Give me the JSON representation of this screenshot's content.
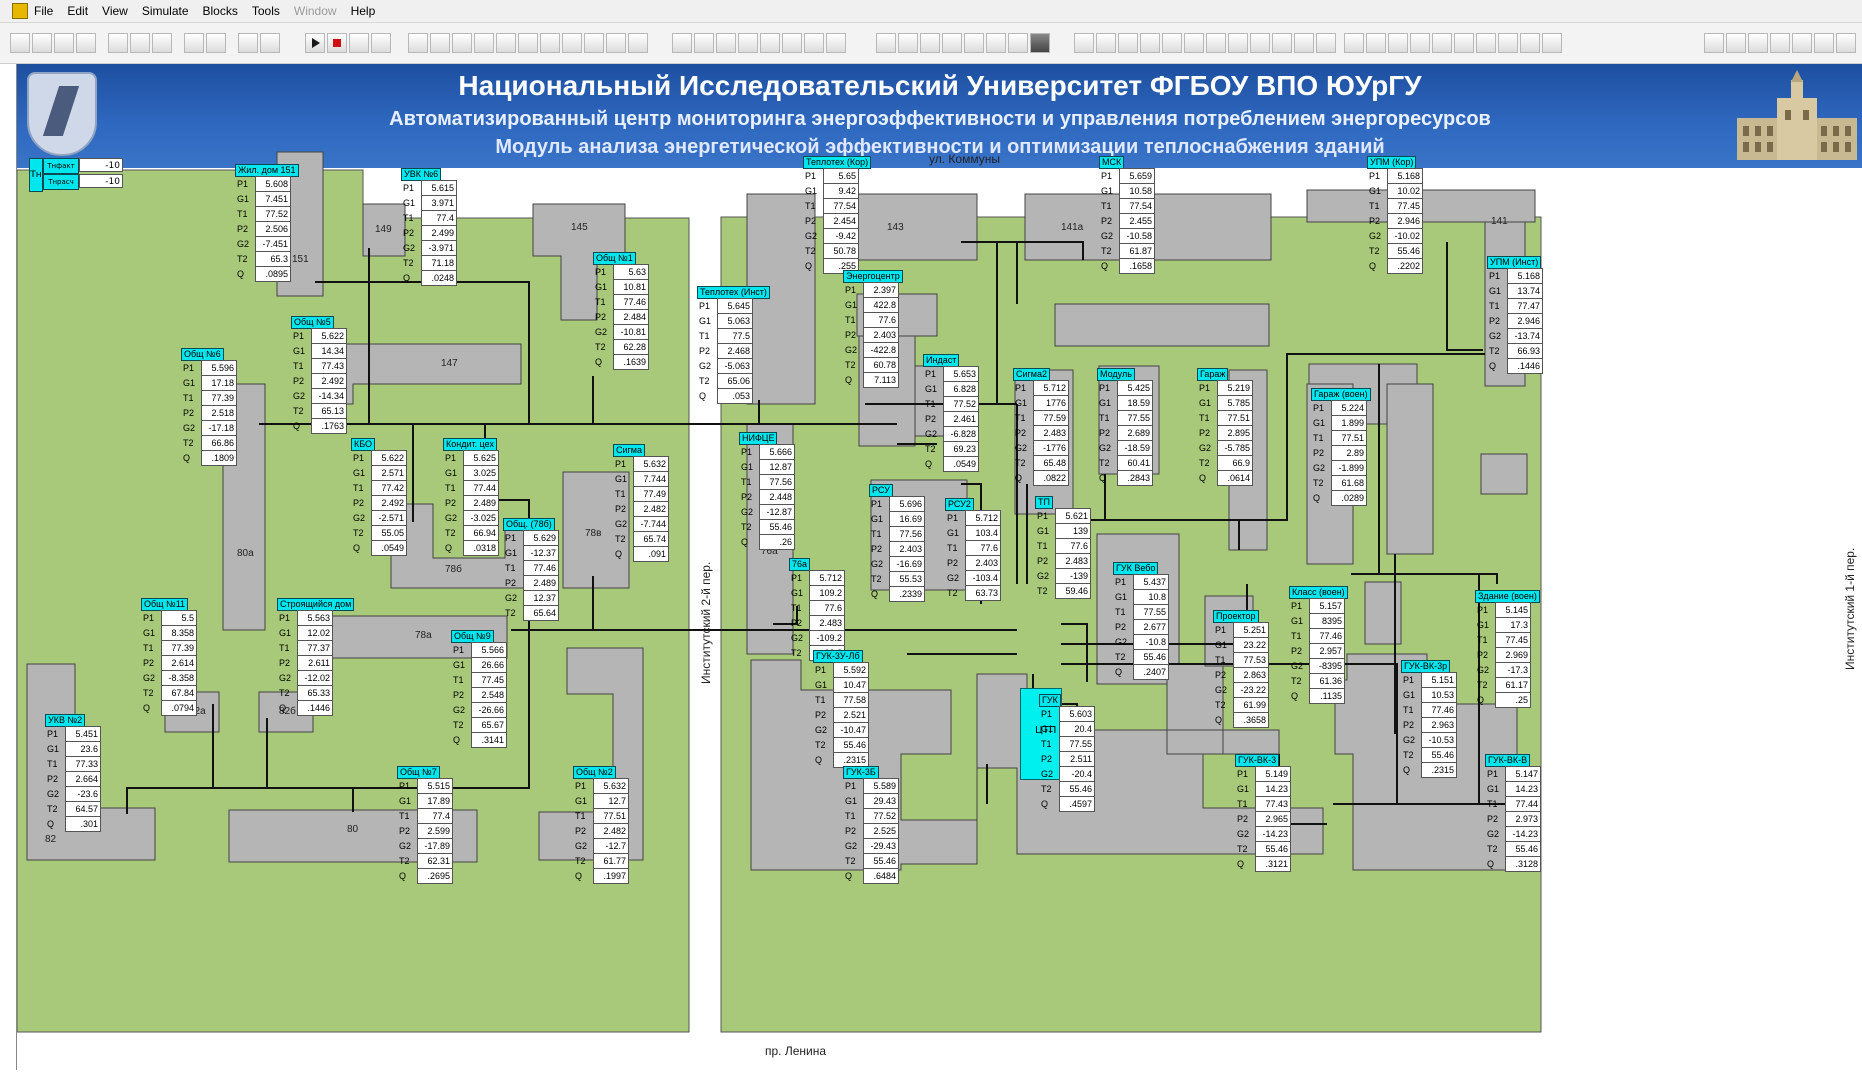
{
  "menu": {
    "items": [
      "File",
      "Edit",
      "View",
      "Simulate",
      "Blocks",
      "Tools",
      "Window",
      "Help"
    ]
  },
  "header": {
    "title": "Национальный Исследовательский Университет ФГБОУ ВПО ЮУрГУ",
    "subtitle1": "Автоматизированный центр мониторинга энергоэффективности и управления потреблением энергоресурсов",
    "subtitle2": "Модуль анализа энергетической эффективности и оптимизации теплоснабжения зданий"
  },
  "temps": {
    "label": "Tн",
    "rows": [
      {
        "name": "Tнфакт",
        "value": "-10"
      },
      {
        "name": "Tнрасч",
        "value": "-10"
      }
    ]
  },
  "streets": {
    "top": "ул. Коммуны",
    "bottom": "пр. Ленина",
    "left": "Институтский 2-й пер.",
    "right": "Институтский 1-й пер."
  },
  "buildings": [
    "151",
    "149",
    "145",
    "147",
    "80а",
    "78б",
    "78в",
    "78а",
    "82а",
    "82б",
    "82",
    "80",
    "143",
    "141а",
    "141",
    "76а"
  ],
  "tp_label": "ЦТП",
  "colors": {
    "ground": "#a9c97a",
    "building": "#b5b5b5",
    "header": "#2f69c0",
    "label": "#00e6ee"
  },
  "blocks": [
    {
      "name": "Жил. дом 151",
      "keys": [
        "P1",
        "G1",
        "T1",
        "P2",
        "G2",
        "T2",
        "Q"
      ],
      "vals": [
        "5.608",
        "7.451",
        "77.52",
        "2.506",
        "-7.451",
        "65.3",
        ".0895"
      ]
    },
    {
      "name": "УВК №6",
      "keys": [
        "P1",
        "G1",
        "T1",
        "P2",
        "G2",
        "T2",
        "Q"
      ],
      "vals": [
        "5.615",
        "3.971",
        "77.4",
        "2.499",
        "-3.971",
        "71.18",
        ".0248"
      ]
    },
    {
      "name": "Общ №1",
      "keys": [
        "P1",
        "G1",
        "T1",
        "P2",
        "G2",
        "T2",
        "Q"
      ],
      "vals": [
        "5.63",
        "10.81",
        "77.46",
        "2.484",
        "-10.81",
        "62.28",
        ".1639"
      ]
    },
    {
      "name": "Общ №5",
      "keys": [
        "P1",
        "G1",
        "T1",
        "P2",
        "G2",
        "T2",
        "Q"
      ],
      "vals": [
        "5.622",
        "14.34",
        "77.43",
        "2.492",
        "-14.34",
        "65.13",
        ".1763"
      ]
    },
    {
      "name": "Общ №6",
      "keys": [
        "P1",
        "G1",
        "T1",
        "P2",
        "G2",
        "T2",
        "Q"
      ],
      "vals": [
        "5.596",
        "17.18",
        "77.39",
        "2.518",
        "-17.18",
        "66.86",
        ".1809"
      ]
    },
    {
      "name": "КБО",
      "keys": [
        "P1",
        "G1",
        "T1",
        "P2",
        "G2",
        "T2",
        "Q"
      ],
      "vals": [
        "5.622",
        "2.571",
        "77.42",
        "2.492",
        "-2.571",
        "55.05",
        ".0549"
      ]
    },
    {
      "name": "Кондит. цех",
      "keys": [
        "P1",
        "G1",
        "T1",
        "P2",
        "G2",
        "T2",
        "Q"
      ],
      "vals": [
        "5.625",
        "3.025",
        "77.44",
        "2.489",
        "-3.025",
        "66.94",
        ".0318"
      ]
    },
    {
      "name": "Общ. (78б)",
      "keys": [
        "P1",
        "G1",
        "T1",
        "P2",
        "G2",
        "T2"
      ],
      "vals": [
        "5.629",
        "-12.37",
        "77.46",
        "2.489",
        "12.37",
        "65.64"
      ]
    },
    {
      "name": "Сигма",
      "keys": [
        "P1",
        "G1",
        "T1",
        "P2",
        "G2",
        "T2",
        "Q"
      ],
      "vals": [
        "5.632",
        "7.744",
        "77.49",
        "2.482",
        "-7.744",
        "65.74",
        ".091"
      ]
    },
    {
      "name": "Общ №11",
      "keys": [
        "P1",
        "G1",
        "T1",
        "P2",
        "G2",
        "T2",
        "Q"
      ],
      "vals": [
        "5.5",
        "8.358",
        "77.39",
        "2.614",
        "-8.358",
        "67.84",
        ".0794"
      ]
    },
    {
      "name": "Строящийся дом",
      "keys": [
        "P1",
        "G1",
        "T1",
        "P2",
        "G2",
        "T2",
        "Q"
      ],
      "vals": [
        "5.563",
        "12.02",
        "77.37",
        "2.611",
        "-12.02",
        "65.33",
        ".1446"
      ]
    },
    {
      "name": "Общ №9",
      "keys": [
        "P1",
        "G1",
        "T1",
        "P2",
        "G2",
        "T2",
        "Q"
      ],
      "vals": [
        "5.566",
        "26.66",
        "77.45",
        "2.548",
        "-26.66",
        "65.67",
        ".3141"
      ]
    },
    {
      "name": "УКВ №2",
      "keys": [
        "P1",
        "G1",
        "T1",
        "P2",
        "G2",
        "T2",
        "Q"
      ],
      "vals": [
        "5.451",
        "23.6",
        "77.33",
        "2.664",
        "-23.6",
        "64.57",
        ".301"
      ]
    },
    {
      "name": "Общ №7",
      "keys": [
        "P1",
        "G1",
        "T1",
        "P2",
        "G2",
        "T2",
        "Q"
      ],
      "vals": [
        "5.515",
        "17.89",
        "77.4",
        "2.599",
        "-17.89",
        "62.31",
        ".2695"
      ]
    },
    {
      "name": "Общ №2",
      "keys": [
        "P1",
        "G1",
        "T1",
        "P2",
        "G2",
        "T2",
        "Q"
      ],
      "vals": [
        "5.632",
        "12.7",
        "77.51",
        "2.482",
        "-12.7",
        "61.77",
        ".1997"
      ]
    },
    {
      "name": "Теплотех (Кор)",
      "keys": [
        "P1",
        "G1",
        "T1",
        "P2",
        "G2",
        "T2",
        "Q"
      ],
      "vals": [
        "5.65",
        "9.42",
        "77.54",
        "2.454",
        "-9.42",
        "50.78",
        ".255"
      ]
    },
    {
      "name": "Теплотех (Инст)",
      "keys": [
        "P1",
        "G1",
        "T1",
        "P2",
        "G2",
        "T2",
        "Q"
      ],
      "vals": [
        "5.645",
        "5.063",
        "77.5",
        "2.468",
        "-5.063",
        "65.06",
        ".053"
      ]
    },
    {
      "name": "Энергоцентр",
      "keys": [
        "P1",
        "G1",
        "T1",
        "P2",
        "G2",
        "T2",
        "Q"
      ],
      "vals": [
        "2.397",
        "422.8",
        "77.6",
        "2.403",
        "-422.8",
        "60.78",
        "7.113"
      ]
    },
    {
      "name": "Индаст",
      "keys": [
        "P1",
        "G1",
        "T1",
        "P2",
        "G2",
        "T2",
        "Q"
      ],
      "vals": [
        "5.653",
        "6.828",
        "77.52",
        "2.461",
        "-6.828",
        "69.23",
        ".0549"
      ]
    },
    {
      "name": "МСК",
      "keys": [
        "P1",
        "G1",
        "T1",
        "P2",
        "G2",
        "T2",
        "Q"
      ],
      "vals": [
        "5.659",
        "10.58",
        "77.54",
        "2.455",
        "-10.58",
        "61.87",
        ".1658"
      ]
    },
    {
      "name": "УПМ (Кор)",
      "keys": [
        "P1",
        "G1",
        "T1",
        "P2",
        "G2",
        "T2",
        "Q"
      ],
      "vals": [
        "5.168",
        "10.02",
        "77.45",
        "2.946",
        "-10.02",
        "55.46",
        ".2202"
      ]
    },
    {
      "name": "УПМ (Инст)",
      "keys": [
        "P1",
        "G1",
        "T1",
        "P2",
        "G2",
        "T2",
        "Q"
      ],
      "vals": [
        "5.168",
        "13.74",
        "77.47",
        "2.946",
        "-13.74",
        "66.93",
        ".1446"
      ]
    },
    {
      "name": "Сигма2",
      "keys": [
        "P1",
        "G1",
        "T1",
        "P2",
        "G2",
        "T2",
        "Q"
      ],
      "vals": [
        "5.712",
        "1776",
        "77.59",
        "2.483",
        "-1776",
        "65.48",
        ".0822"
      ]
    },
    {
      "name": "Модуль",
      "keys": [
        "P1",
        "G1",
        "T1",
        "P2",
        "G2",
        "T2",
        "Q"
      ],
      "vals": [
        "5.425",
        "18.59",
        "77.55",
        "2.689",
        "-18.59",
        "60.41",
        ".2843"
      ]
    },
    {
      "name": "Гараж",
      "keys": [
        "P1",
        "G1",
        "T1",
        "P2",
        "G2",
        "T2",
        "Q"
      ],
      "vals": [
        "5.219",
        "5.785",
        "77.51",
        "2.895",
        "-5.785",
        "66.9",
        ".0614"
      ]
    },
    {
      "name": "Гараж (воен)",
      "keys": [
        "P1",
        "G1",
        "T1",
        "P2",
        "G2",
        "T2",
        "Q"
      ],
      "vals": [
        "5.224",
        "1.899",
        "77.51",
        "2.89",
        "-1.899",
        "61.68",
        ".0289"
      ]
    },
    {
      "name": "НИФЦЕ",
      "keys": [
        "P1",
        "G1",
        "T1",
        "P2",
        "G2",
        "T2",
        "Q"
      ],
      "vals": [
        "5.666",
        "12.87",
        "77.56",
        "2.448",
        "-12.87",
        "55.46",
        ".26"
      ]
    },
    {
      "name": "РСУ",
      "keys": [
        "P1",
        "G1",
        "T1",
        "P2",
        "G2",
        "T2",
        "Q"
      ],
      "vals": [
        "5.696",
        "16.69",
        "77.56",
        "2.403",
        "-16.69",
        "55.53",
        ".2339"
      ]
    },
    {
      "name": "РСУ2",
      "keys": [
        "P1",
        "G1",
        "T1",
        "P2",
        "G2",
        "T2"
      ],
      "vals": [
        "5.712",
        "103.4",
        "77.6",
        "2.403",
        "-103.4",
        "63.73"
      ]
    },
    {
      "name": "ТП",
      "keys": [
        "P1",
        "G1",
        "T1",
        "P2",
        "G2",
        "T2"
      ],
      "vals": [
        "5.621",
        "139",
        "77.6",
        "2.483",
        "-139",
        "59.46"
      ]
    },
    {
      "name": "76а",
      "keys": [
        "P1",
        "G1",
        "T1",
        "P2",
        "G2",
        "T2"
      ],
      "vals": [
        "5.712",
        "109.2",
        "77.6",
        "2.483",
        "-109.2",
        "63.2"
      ]
    },
    {
      "name": "ГУК-3У-Лб",
      "keys": [
        "P1",
        "G1",
        "T1",
        "P2",
        "G2",
        "T2",
        "Q"
      ],
      "vals": [
        "5.592",
        "10.47",
        "77.58",
        "2.521",
        "-10.47",
        "55.46",
        ".2315"
      ]
    },
    {
      "name": "ГУК-3Б",
      "keys": [
        "P1",
        "G1",
        "T1",
        "P2",
        "G2",
        "T2",
        "Q"
      ],
      "vals": [
        "5.589",
        "29.43",
        "77.52",
        "2.525",
        "-29.43",
        "55.46",
        ".6484"
      ]
    },
    {
      "name": "ГУК",
      "keys": [
        "P1",
        "G1",
        "T1",
        "P2",
        "G2",
        "T2",
        "Q"
      ],
      "vals": [
        "5.603",
        "20.4",
        "77.55",
        "2.511",
        "-20.4",
        "55.46",
        ".4597"
      ]
    },
    {
      "name": "ГУК Вебо",
      "keys": [
        "P1",
        "G1",
        "T1",
        "P2",
        "G2",
        "T2",
        "Q"
      ],
      "vals": [
        "5.437",
        "10.8",
        "77.55",
        "2.677",
        "-10.8",
        "55.46",
        ".2407"
      ]
    },
    {
      "name": "Проектор",
      "keys": [
        "P1",
        "G1",
        "T1",
        "P2",
        "G2",
        "T2",
        "Q"
      ],
      "vals": [
        "5.251",
        "23.22",
        "77.53",
        "2.863",
        "-23.22",
        "61.99",
        ".3658"
      ]
    },
    {
      "name": "Класс (воен)",
      "keys": [
        "P1",
        "G1",
        "T1",
        "P2",
        "G2",
        "T2",
        "Q"
      ],
      "vals": [
        "5.157",
        "8395",
        "77.46",
        "2.957",
        "-8395",
        "61.36",
        ".1135"
      ]
    },
    {
      "name": "Здание (воен)",
      "keys": [
        "P1",
        "G1",
        "T1",
        "P2",
        "G2",
        "T2",
        "Q"
      ],
      "vals": [
        "5.145",
        "17.3",
        "77.45",
        "2.969",
        "-17.3",
        "61.17",
        ".25"
      ]
    },
    {
      "name": "ГУК-ВК-3р",
      "keys": [
        "P1",
        "G1",
        "T1",
        "P2",
        "G2",
        "T2",
        "Q"
      ],
      "vals": [
        "5.151",
        "10.53",
        "77.46",
        "2.963",
        "-10.53",
        "55.46",
        ".2315"
      ]
    },
    {
      "name": "ГУК-ВК-3",
      "keys": [
        "P1",
        "G1",
        "T1",
        "P2",
        "G2",
        "T2",
        "Q"
      ],
      "vals": [
        "5.149",
        "14.23",
        "77.43",
        "2.965",
        "-14.23",
        "55.46",
        ".3121"
      ]
    },
    {
      "name": "ГУК-ВК-В",
      "keys": [
        "P1",
        "G1",
        "T1",
        "P2",
        "G2",
        "T2",
        "Q"
      ],
      "vals": [
        "5.147",
        "14.23",
        "77.44",
        "2.973",
        "-14.23",
        "55.46",
        ".3128"
      ]
    }
  ]
}
